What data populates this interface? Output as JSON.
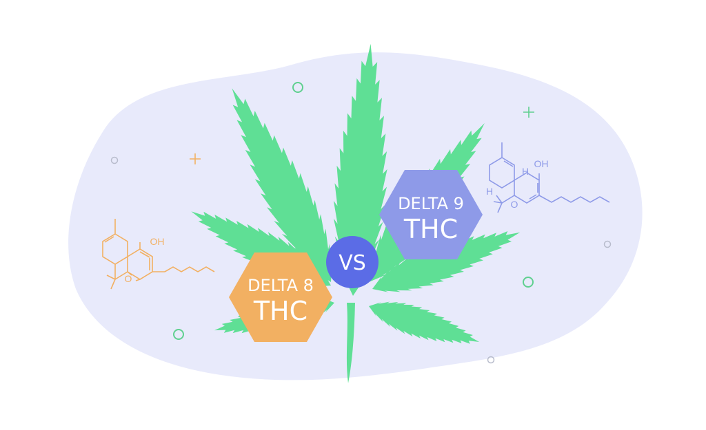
{
  "colors": {
    "background_blob": "#e8eafb",
    "leaf": "#5fdf95",
    "delta8": "#f2b062",
    "delta9": "#8e9ae8",
    "vs_circle": "#5b6ce6",
    "molecule_left": "#f2b062",
    "molecule_right": "#8e9ae8",
    "deco_green": "#5fd08f",
    "deco_grey": "#b8bccc"
  },
  "badges": {
    "delta8": {
      "line1": "DELTA 8",
      "line2": "THC"
    },
    "delta9": {
      "line1": "DELTA 9",
      "line2": "THC"
    },
    "vs": "VS"
  },
  "molecules": {
    "left": {
      "hydroxyl": "OH",
      "oxygen": "O"
    },
    "right": {
      "hydroxyl": "OH",
      "oxygen": "O",
      "hydrogen_a": "H",
      "hydrogen_b": "H"
    }
  },
  "icons": [
    "cannabis-leaf-icon",
    "molecule-structure-icon",
    "plus-icon",
    "circle-icon"
  ]
}
